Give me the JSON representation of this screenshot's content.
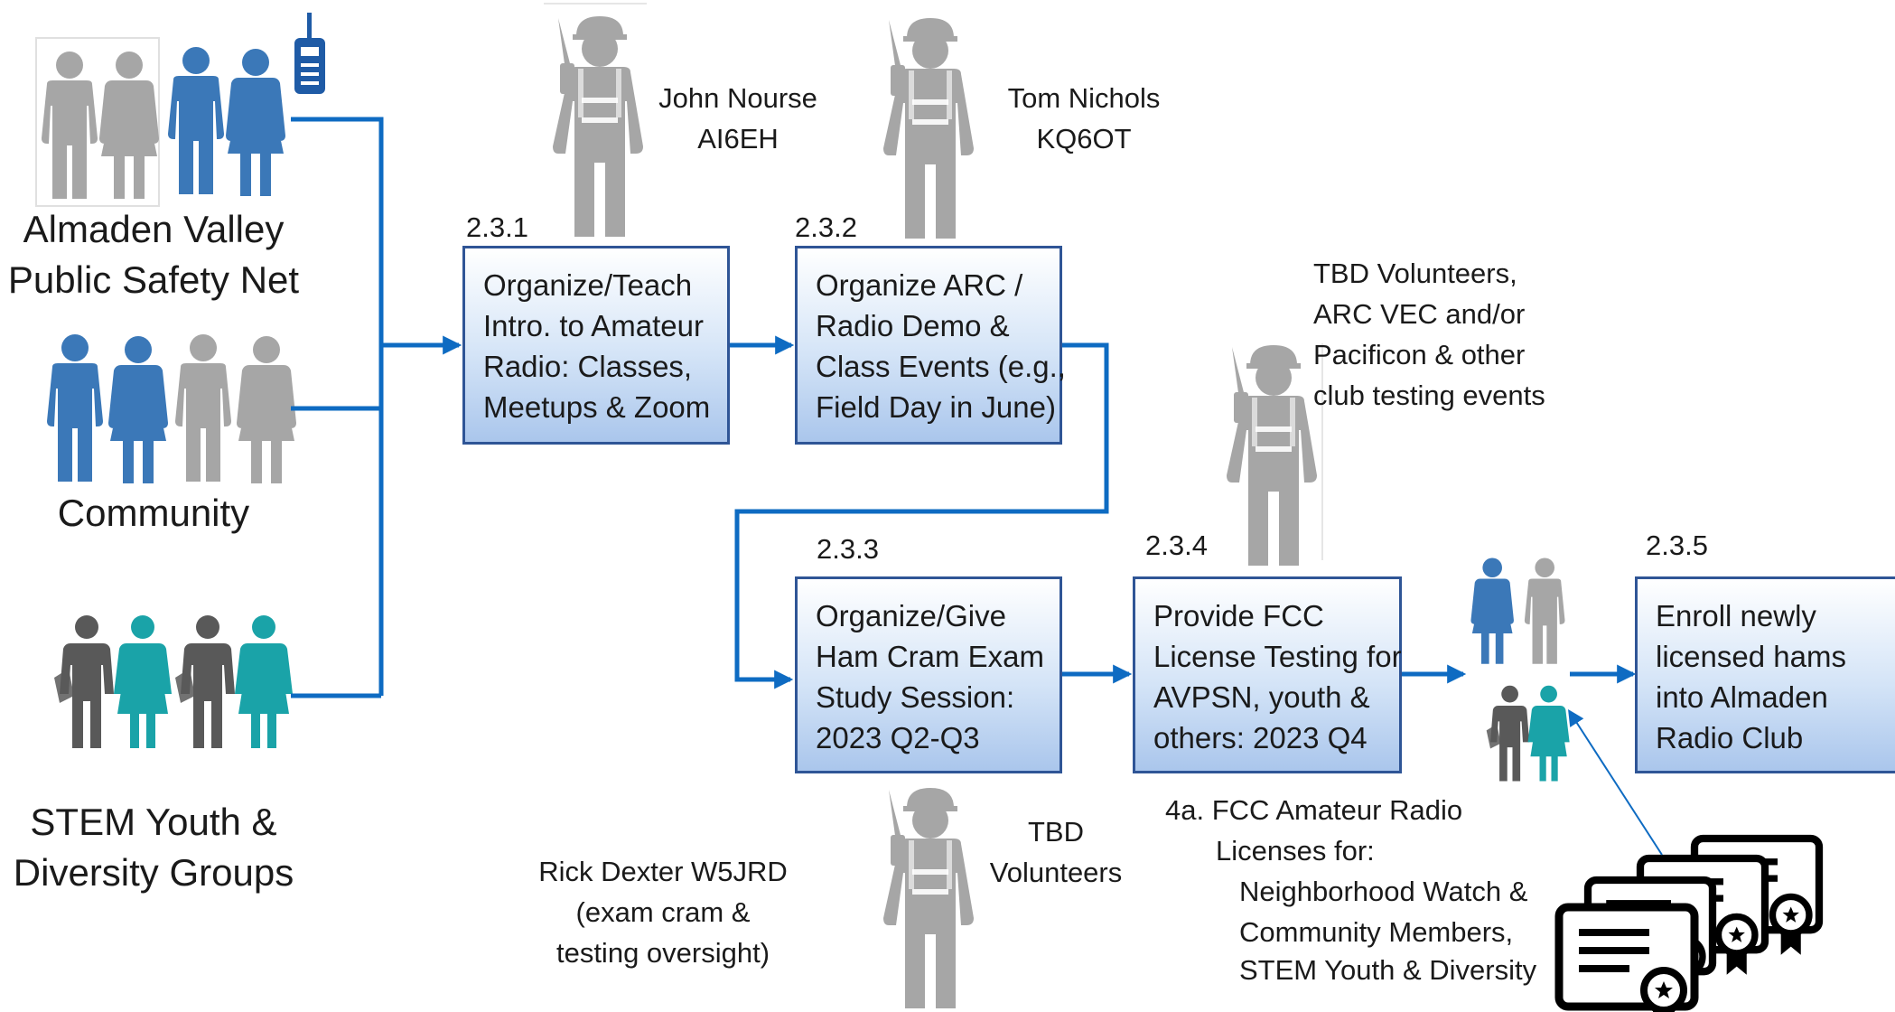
{
  "groups": {
    "avpsn": {
      "line1": "Almaden Valley",
      "line2": "Public Safety Net"
    },
    "community": {
      "label": "Community"
    },
    "stem": {
      "line1": "STEM Youth &",
      "line2": "Diversity Groups"
    }
  },
  "steps": [
    {
      "number": "2.3.1",
      "lines": [
        "Organize/Teach",
        "Intro. to Amateur",
        "Radio: Classes,",
        "Meetups & Zoom"
      ]
    },
    {
      "number": "2.3.2",
      "lines": [
        "Organize ARC /",
        "Radio Demo &",
        "Class Events (e.g.,",
        "Field Day in June)"
      ]
    },
    {
      "number": "2.3.3",
      "lines": [
        "Organize/Give",
        "Ham Cram Exam",
        "Study Session:",
        "2023 Q2-Q3"
      ]
    },
    {
      "number": "2.3.4",
      "lines": [
        "Provide FCC",
        "License Testing for",
        "AVPSN, youth &",
        "others: 2023 Q4"
      ]
    },
    {
      "number": "2.3.5",
      "lines": [
        "Enroll newly",
        "licensed hams",
        "into Almaden",
        "Radio Club"
      ]
    }
  ],
  "people": {
    "john": {
      "line1": "John Nourse",
      "line2": "AI6EH"
    },
    "tom": {
      "line1": "Tom Nichols",
      "line2": "KQ6OT"
    },
    "tbd_testing": {
      "line1": "TBD Volunteers,",
      "line2": "ARC VEC and/or",
      "line3": "Pacificon & other",
      "line4": "club testing events"
    },
    "tbd_cram": {
      "line1": "TBD",
      "line2": "Volunteers"
    },
    "rick": {
      "line1": "Rick Dexter W5JRD",
      "line2": "(exam cram &",
      "line3": "testing oversight)"
    }
  },
  "licenses": {
    "line1": "4a. FCC Amateur Radio",
    "line2": "Licenses for:",
    "line3": "Neighborhood Watch &",
    "line4": "Community Members,",
    "line5": "STEM Youth & Diversity"
  },
  "colors": {
    "arrow": "#0e6bc2",
    "box_border": "#2f5596",
    "gray_person": "#a6a6a6",
    "blue_person": "#3b78b8",
    "teal_person": "#1aa3a8",
    "dark_person": "#595959",
    "radio_blue": "#1f5ba6"
  }
}
